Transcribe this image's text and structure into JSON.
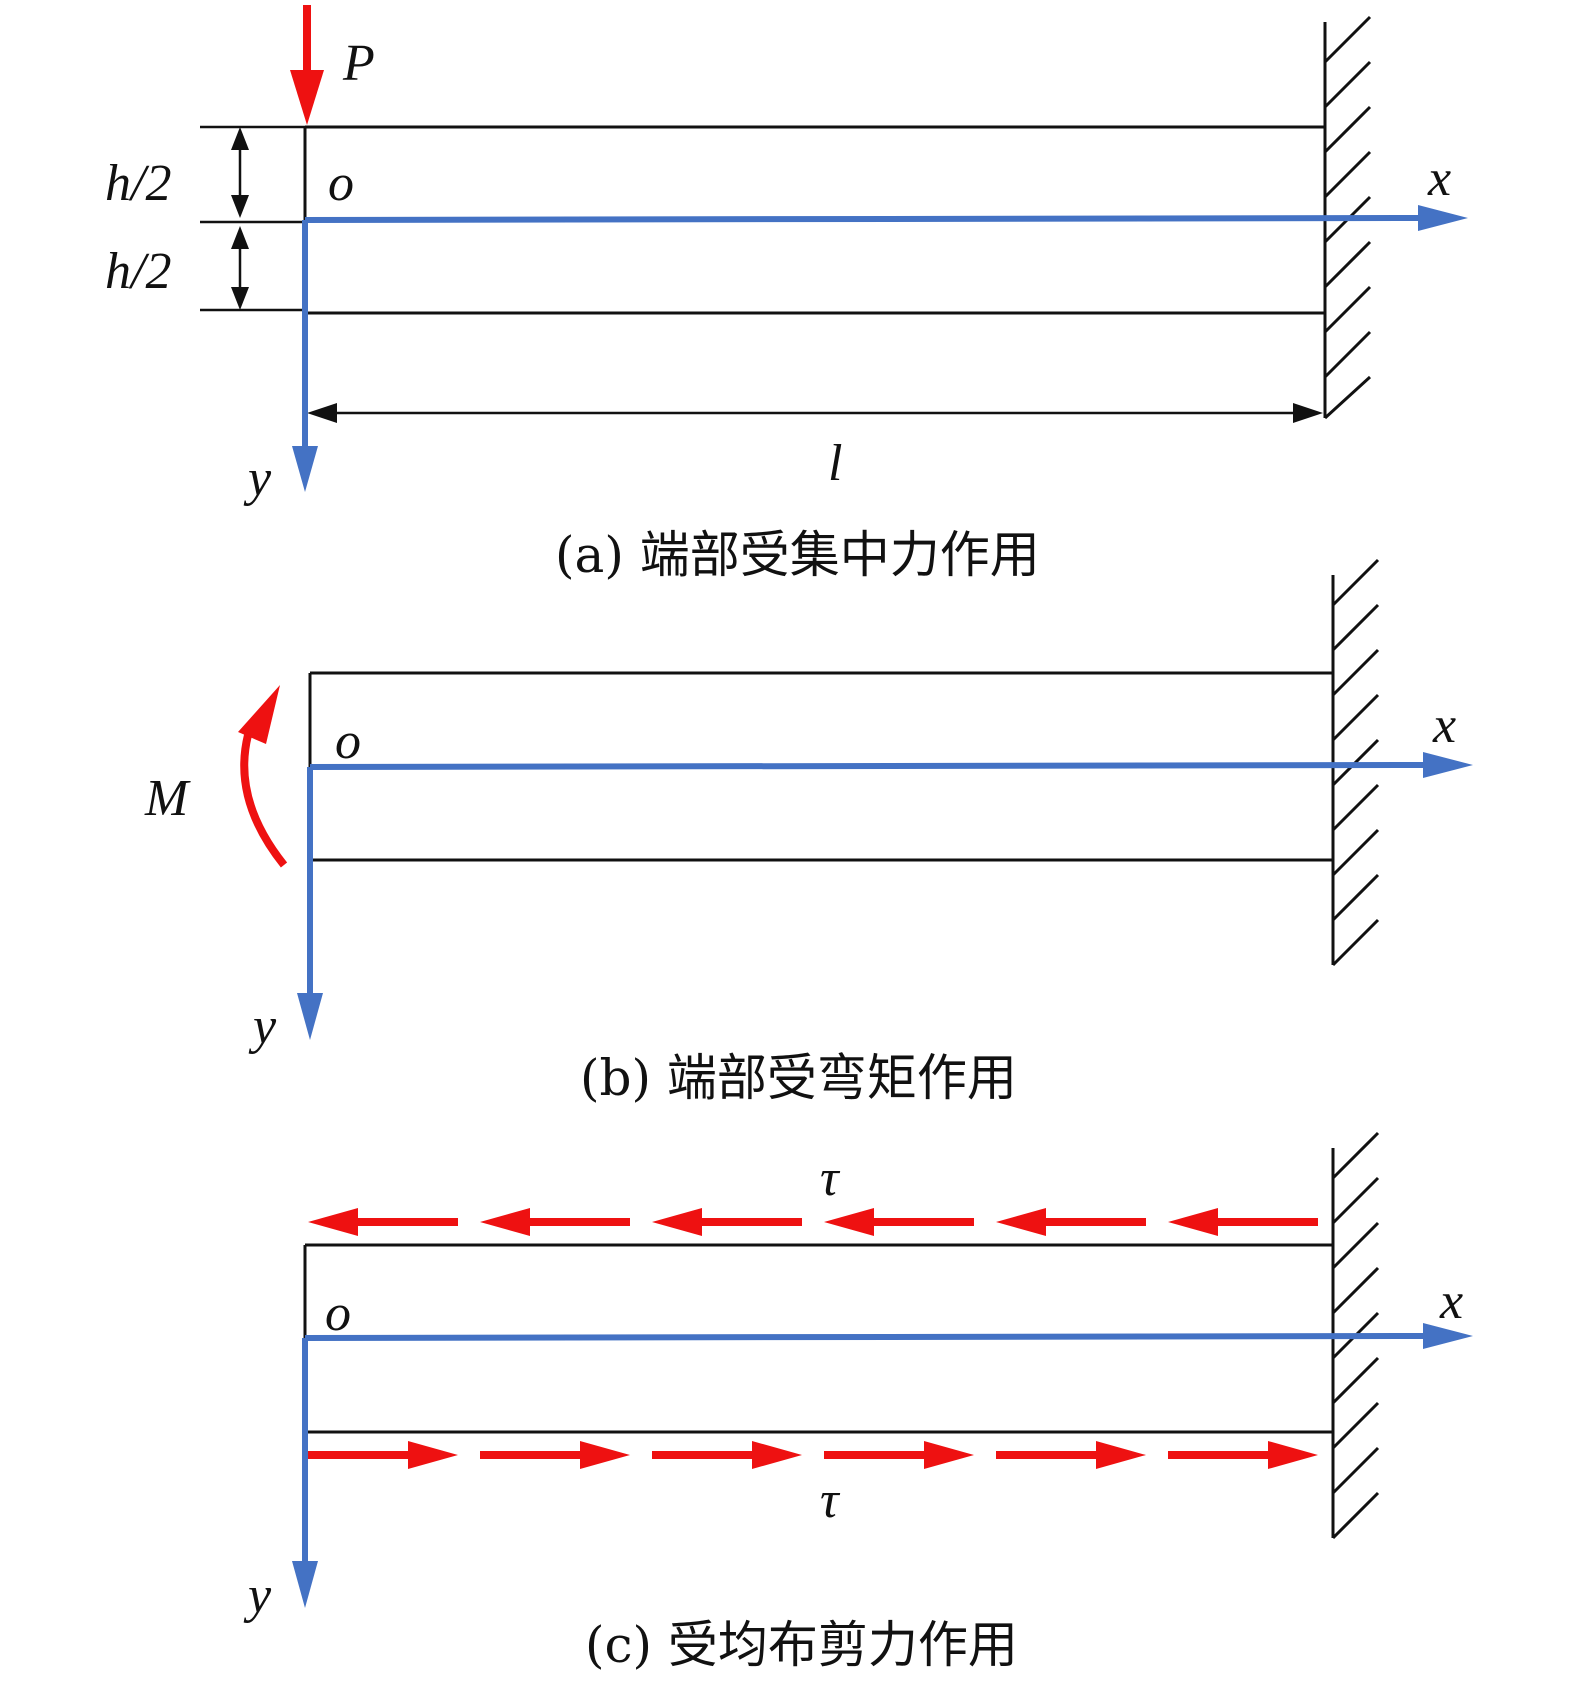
{
  "colors": {
    "beam": "#111111",
    "axis": "#4472C4",
    "load": "#EE1111"
  },
  "panel_a": {
    "caption": "(a) 端部受集中力作用",
    "force_label": "P",
    "half_height_upper": "h/2",
    "half_height_lower": "h/2",
    "origin_label": "o",
    "x_axis_label": "x",
    "y_axis_label": "y",
    "length_label": "l"
  },
  "panel_b": {
    "caption": "(b) 端部受弯矩作用",
    "moment_label": "M",
    "origin_label": "o",
    "x_axis_label": "x",
    "y_axis_label": "y"
  },
  "panel_c": {
    "caption": "(c) 受均布剪力作用",
    "shear_top_label": "τ",
    "shear_bottom_label": "τ",
    "origin_label": "o",
    "x_axis_label": "x",
    "y_axis_label": "y"
  }
}
